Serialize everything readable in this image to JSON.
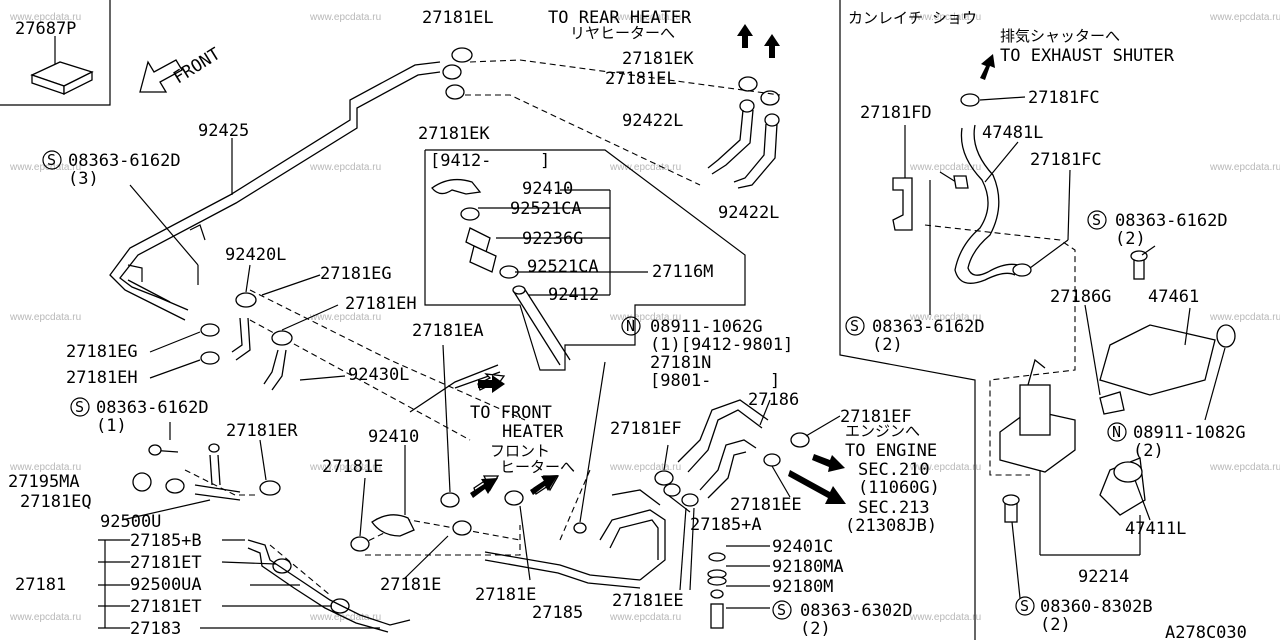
{
  "watermark": "www.epcdata.ru",
  "diagram_code": "A278C030",
  "headers": {
    "rear_heater": "TO REAR HEATER",
    "rear_heater_jp": "リヤヒーターへ",
    "kanreichi": "カンレイチ ショウ",
    "exhaust_jp": "排気シャッターへ",
    "exhaust": "TO EXHAUST SHUTER",
    "front_heater_1": "TO FRONT",
    "front_heater_2": "HEATER",
    "front_heater_jp1": "フロント",
    "front_heater_jp2": "ヒーターへ",
    "engine_jp": "エンジンへ",
    "engine": "TO ENGINE",
    "front": "FRONT"
  },
  "callouts": {
    "p27687P": "27687P",
    "p27181EL_top": "27181EL",
    "p27181EK_r": "27181EK",
    "p27181EL_r": "27181EL",
    "p27181EK_l": "27181EK",
    "p92422L_a": "92422L",
    "p92422L_b": "92422L",
    "p92425": "92425",
    "s08363_6162D_a": "08363-6162D",
    "q3": "(3)",
    "bracket_9412": "[9412-",
    "bracket_close": "]",
    "p92410_a": "92410",
    "p92521CA_a": "92521CA",
    "p92236G": "92236G",
    "p92521CA_b": "92521CA",
    "p27116M": "27116M",
    "p92412": "92412",
    "p92420L": "92420L",
    "p27181EG_a": "27181EG",
    "p27181EH_a": "27181EH",
    "p27181EG_b": "27181EG",
    "p27181EH_b": "27181EH",
    "p92430L": "92430L",
    "p27181EA": "27181EA",
    "s08363_6162D_b": "08363-6162D",
    "q1": "(1)",
    "p27181ER": "27181ER",
    "p92410_b": "92410",
    "p27195MA": "27195MA",
    "p27181EQ": "27181EQ",
    "p92500U": "92500U",
    "p27181E_a": "27181E",
    "p27181E_b": "27181E",
    "p27181E_c": "27181E",
    "p27181": "27181",
    "p27185B": "27185+B",
    "p27181ET_a": "27181ET",
    "p92500UA": "92500UA",
    "p27181ET_b": "27181ET",
    "p27183": "27183",
    "p27185": "27185",
    "n08911_1062G_a": "08911-1062G",
    "q1_9412_9801": "(1)[9412-9801]",
    "p27181N": "27181N",
    "bracket_9801": "[9801-",
    "bracket_close2": "]",
    "p27186": "27186",
    "p27181EF_a": "27181EF",
    "p27181EF_b": "27181EF",
    "sec210": "SEC.210",
    "code_11060G": "(11060G)",
    "sec213": "SEC.213",
    "code_21308JB": "(21308JB)",
    "p27181EE_a": "27181EE",
    "p27185A": "27185+A",
    "p27181EE_b": "27181EE",
    "p92401C": "92401C",
    "p92180MA": "92180MA",
    "p92180M": "92180M",
    "s08363_6302D": "08363-6302D",
    "q2_a": "(2)",
    "p27181FC_a": "27181FC",
    "p27181FD": "27181FD",
    "p47481L": "47481L",
    "p27181FC_b": "27181FC",
    "s08363_6162D_c": "08363-6162D",
    "q2_b": "(2)",
    "s08363_6162D_d": "08363-6162D",
    "q2_c": "(2)",
    "p27186G": "27186G",
    "p47461": "47461",
    "n08911_1082G": "08911-1082G",
    "q2_d": "(2)",
    "p47411L": "47411L",
    "p92214": "92214",
    "s08360_8302B": "08360-8302B",
    "q2_e": "(2)"
  },
  "symbols": {
    "s": "S",
    "n": "N"
  }
}
